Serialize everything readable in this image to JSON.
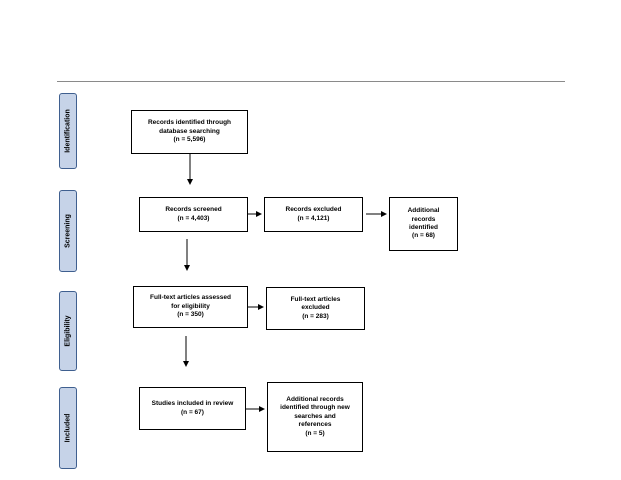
{
  "stages": [
    {
      "id": "identification",
      "label": "Identification"
    },
    {
      "id": "screening",
      "label": "Screening"
    },
    {
      "id": "eligibility",
      "label": "Eligibility"
    },
    {
      "id": "included",
      "label": "Included"
    }
  ],
  "boxes": {
    "identified": "Records identified through\ndatabase searching\n(n = 5,596)",
    "screened": "Records screened\n(n = 4,403)",
    "excluded": "Records excluded\n(n = 4,121)",
    "additional": "Additional\nrecords\nidentified\n(n = 68)",
    "fulltext": "Full-text articles assessed\nfor eligibility\n(n = 350)",
    "fulltext_excluded": "Full-text articles\nexcluded\n(n = 283)",
    "included": "Studies included in review\n(n = 67)",
    "additional_new": "Additional records\nidentified through new\nsearches and\nreferences\n(n = 5)"
  }
}
